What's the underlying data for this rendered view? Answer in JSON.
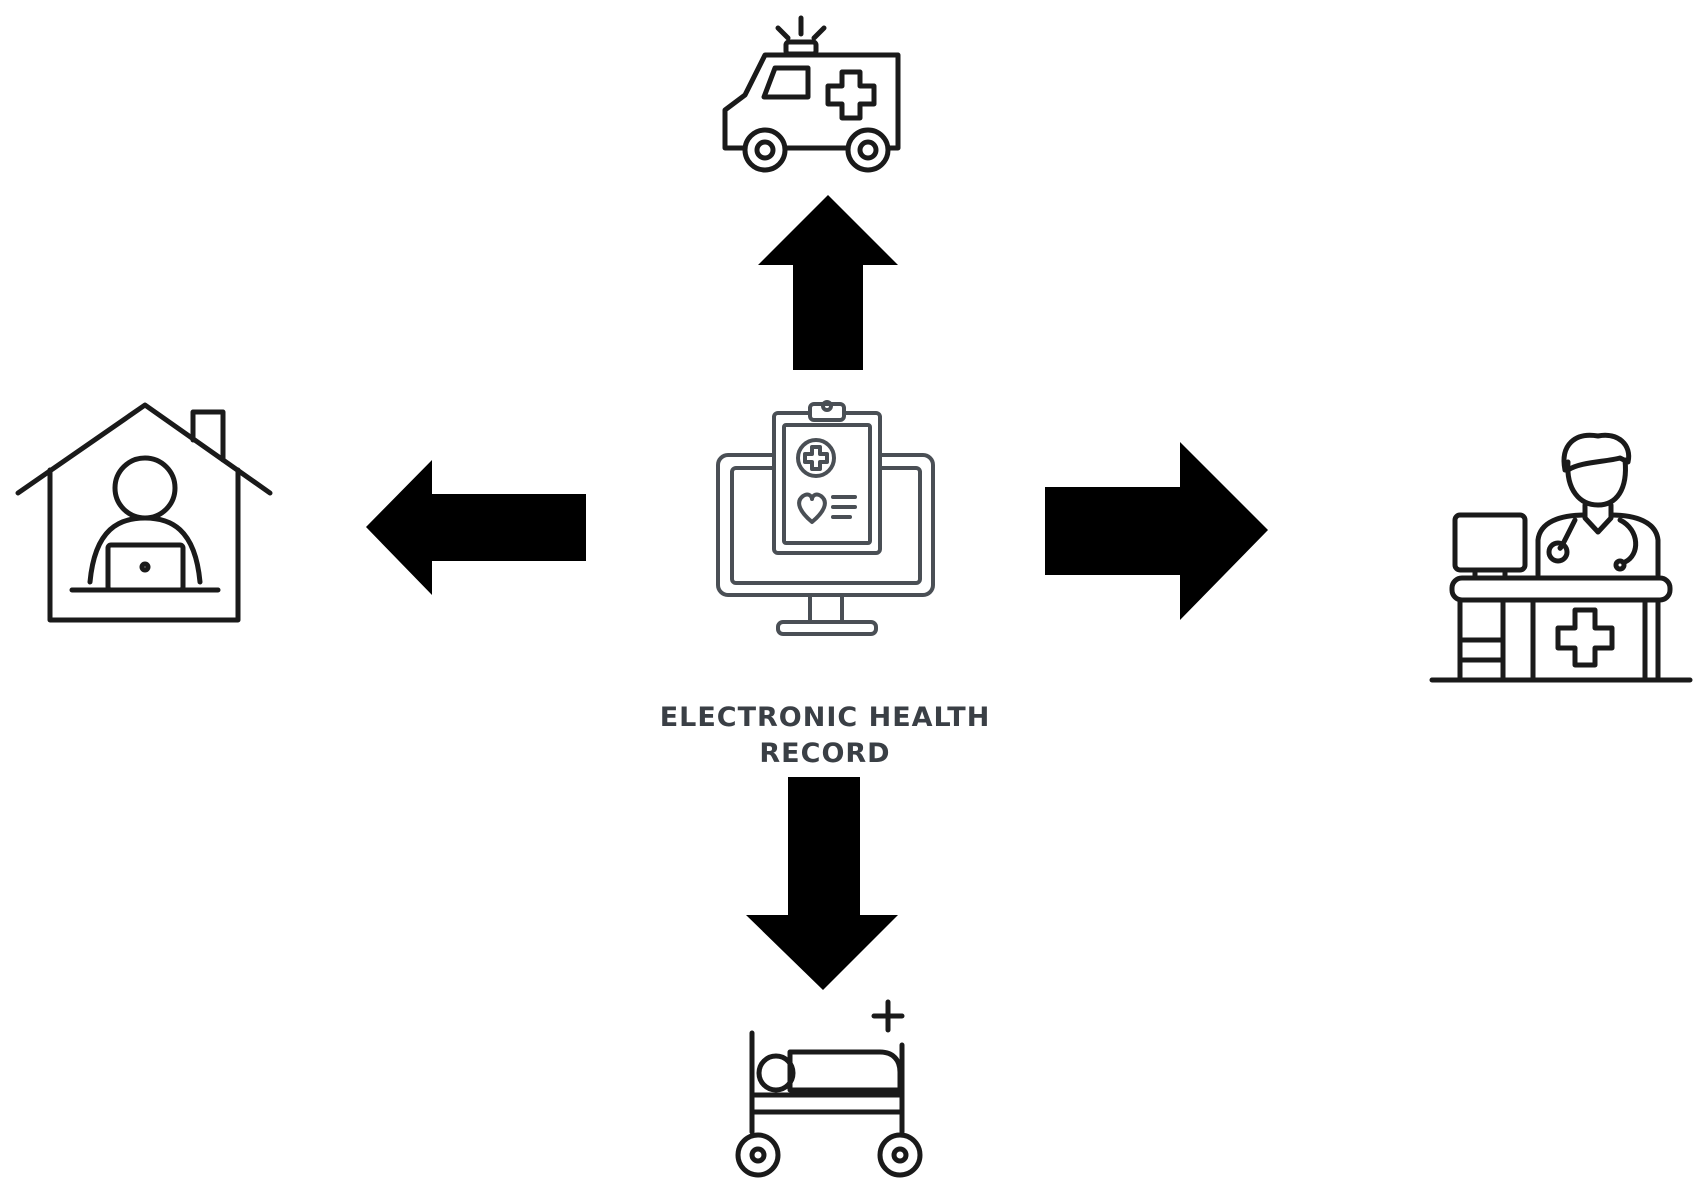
{
  "center": {
    "icon": "ehr-monitor-clipboard-icon",
    "label_line1": "ELECTRONIC HEALTH",
    "label_line2": "RECORD"
  },
  "nodes": {
    "top": {
      "icon": "ambulance-icon"
    },
    "left": {
      "icon": "home-telehealth-icon"
    },
    "right": {
      "icon": "doctor-at-desk-icon"
    },
    "bottom": {
      "icon": "hospital-bed-icon"
    }
  },
  "arrows": [
    "arrow-up",
    "arrow-left",
    "arrow-right",
    "arrow-down"
  ],
  "colors": {
    "stroke": "#1a1a1a",
    "arrow_fill": "#000000",
    "label": "#3a3f45",
    "center_stroke": "#4a4f55"
  }
}
